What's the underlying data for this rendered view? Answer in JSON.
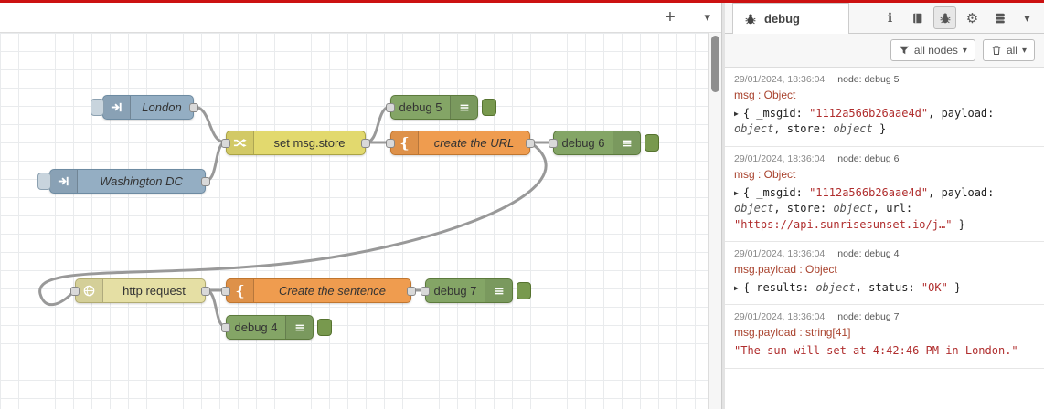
{
  "icons": {
    "plus": "+",
    "chevron_down": "▾",
    "caret_right": "▶",
    "gear": "⚙",
    "info": "i"
  },
  "colors": {
    "accent_bar": "#cc1111",
    "inject_node": "#94aec3",
    "change_node": "#e2d96e",
    "function_node": "#ef9c4f",
    "debug_node": "#84a566",
    "http_node": "#e5dfa4",
    "wire": "#999999",
    "debug_string": "#b02e2e",
    "debug_property": "#a9432e"
  },
  "canvas": {
    "nodes": {
      "london": {
        "label": "London"
      },
      "washington": {
        "label": "Washington DC"
      },
      "set_store": {
        "label": "set msg.store"
      },
      "create_url": {
        "label": "create the URL"
      },
      "debug5": {
        "label": "debug 5"
      },
      "debug6": {
        "label": "debug 6"
      },
      "http_request": {
        "label": "http request"
      },
      "create_sentence": {
        "label": "Create the sentence"
      },
      "debug7": {
        "label": "debug 7"
      },
      "debug4": {
        "label": "debug 4"
      }
    }
  },
  "sidebar": {
    "active_tab": "debug",
    "filter": {
      "label": "all nodes"
    },
    "clear": {
      "label": "all"
    },
    "messages": [
      {
        "timestamp": "29/01/2024, 18:36:04",
        "node": "node: debug 5",
        "property": "msg : Object",
        "expandable": true,
        "segments": [
          {
            "text": "{ _msgid: ",
            "style": "plain"
          },
          {
            "text": "\"1112a566b26aae4d\"",
            "style": "string"
          },
          {
            "text": ", payload: ",
            "style": "plain"
          },
          {
            "text": "object",
            "style": "type"
          },
          {
            "text": ", store: ",
            "style": "plain"
          },
          {
            "text": "object",
            "style": "type"
          },
          {
            "text": " }",
            "style": "plain"
          }
        ]
      },
      {
        "timestamp": "29/01/2024, 18:36:04",
        "node": "node: debug 6",
        "property": "msg : Object",
        "expandable": true,
        "segments": [
          {
            "text": "{ _msgid: ",
            "style": "plain"
          },
          {
            "text": "\"1112a566b26aae4d\"",
            "style": "string"
          },
          {
            "text": ", payload: ",
            "style": "plain"
          },
          {
            "text": "object",
            "style": "type"
          },
          {
            "text": ", store: ",
            "style": "plain"
          },
          {
            "text": "object",
            "style": "type"
          },
          {
            "text": ", url: ",
            "style": "plain"
          },
          {
            "text": "\"https://api.sunrisesunset.io/j…\"",
            "style": "string"
          },
          {
            "text": " }",
            "style": "plain"
          }
        ]
      },
      {
        "timestamp": "29/01/2024, 18:36:04",
        "node": "node: debug 4",
        "property": "msg.payload : Object",
        "expandable": true,
        "segments": [
          {
            "text": "{ results: ",
            "style": "plain"
          },
          {
            "text": "object",
            "style": "type"
          },
          {
            "text": ", status: ",
            "style": "plain"
          },
          {
            "text": "\"OK\"",
            "style": "string"
          },
          {
            "text": " }",
            "style": "plain"
          }
        ]
      },
      {
        "timestamp": "29/01/2024, 18:36:04",
        "node": "node: debug 7",
        "property": "msg.payload : string[41]",
        "expandable": false,
        "segments": [
          {
            "text": "\"The sun will set at 4:42:46 PM in London.\"",
            "style": "string"
          }
        ]
      }
    ]
  }
}
